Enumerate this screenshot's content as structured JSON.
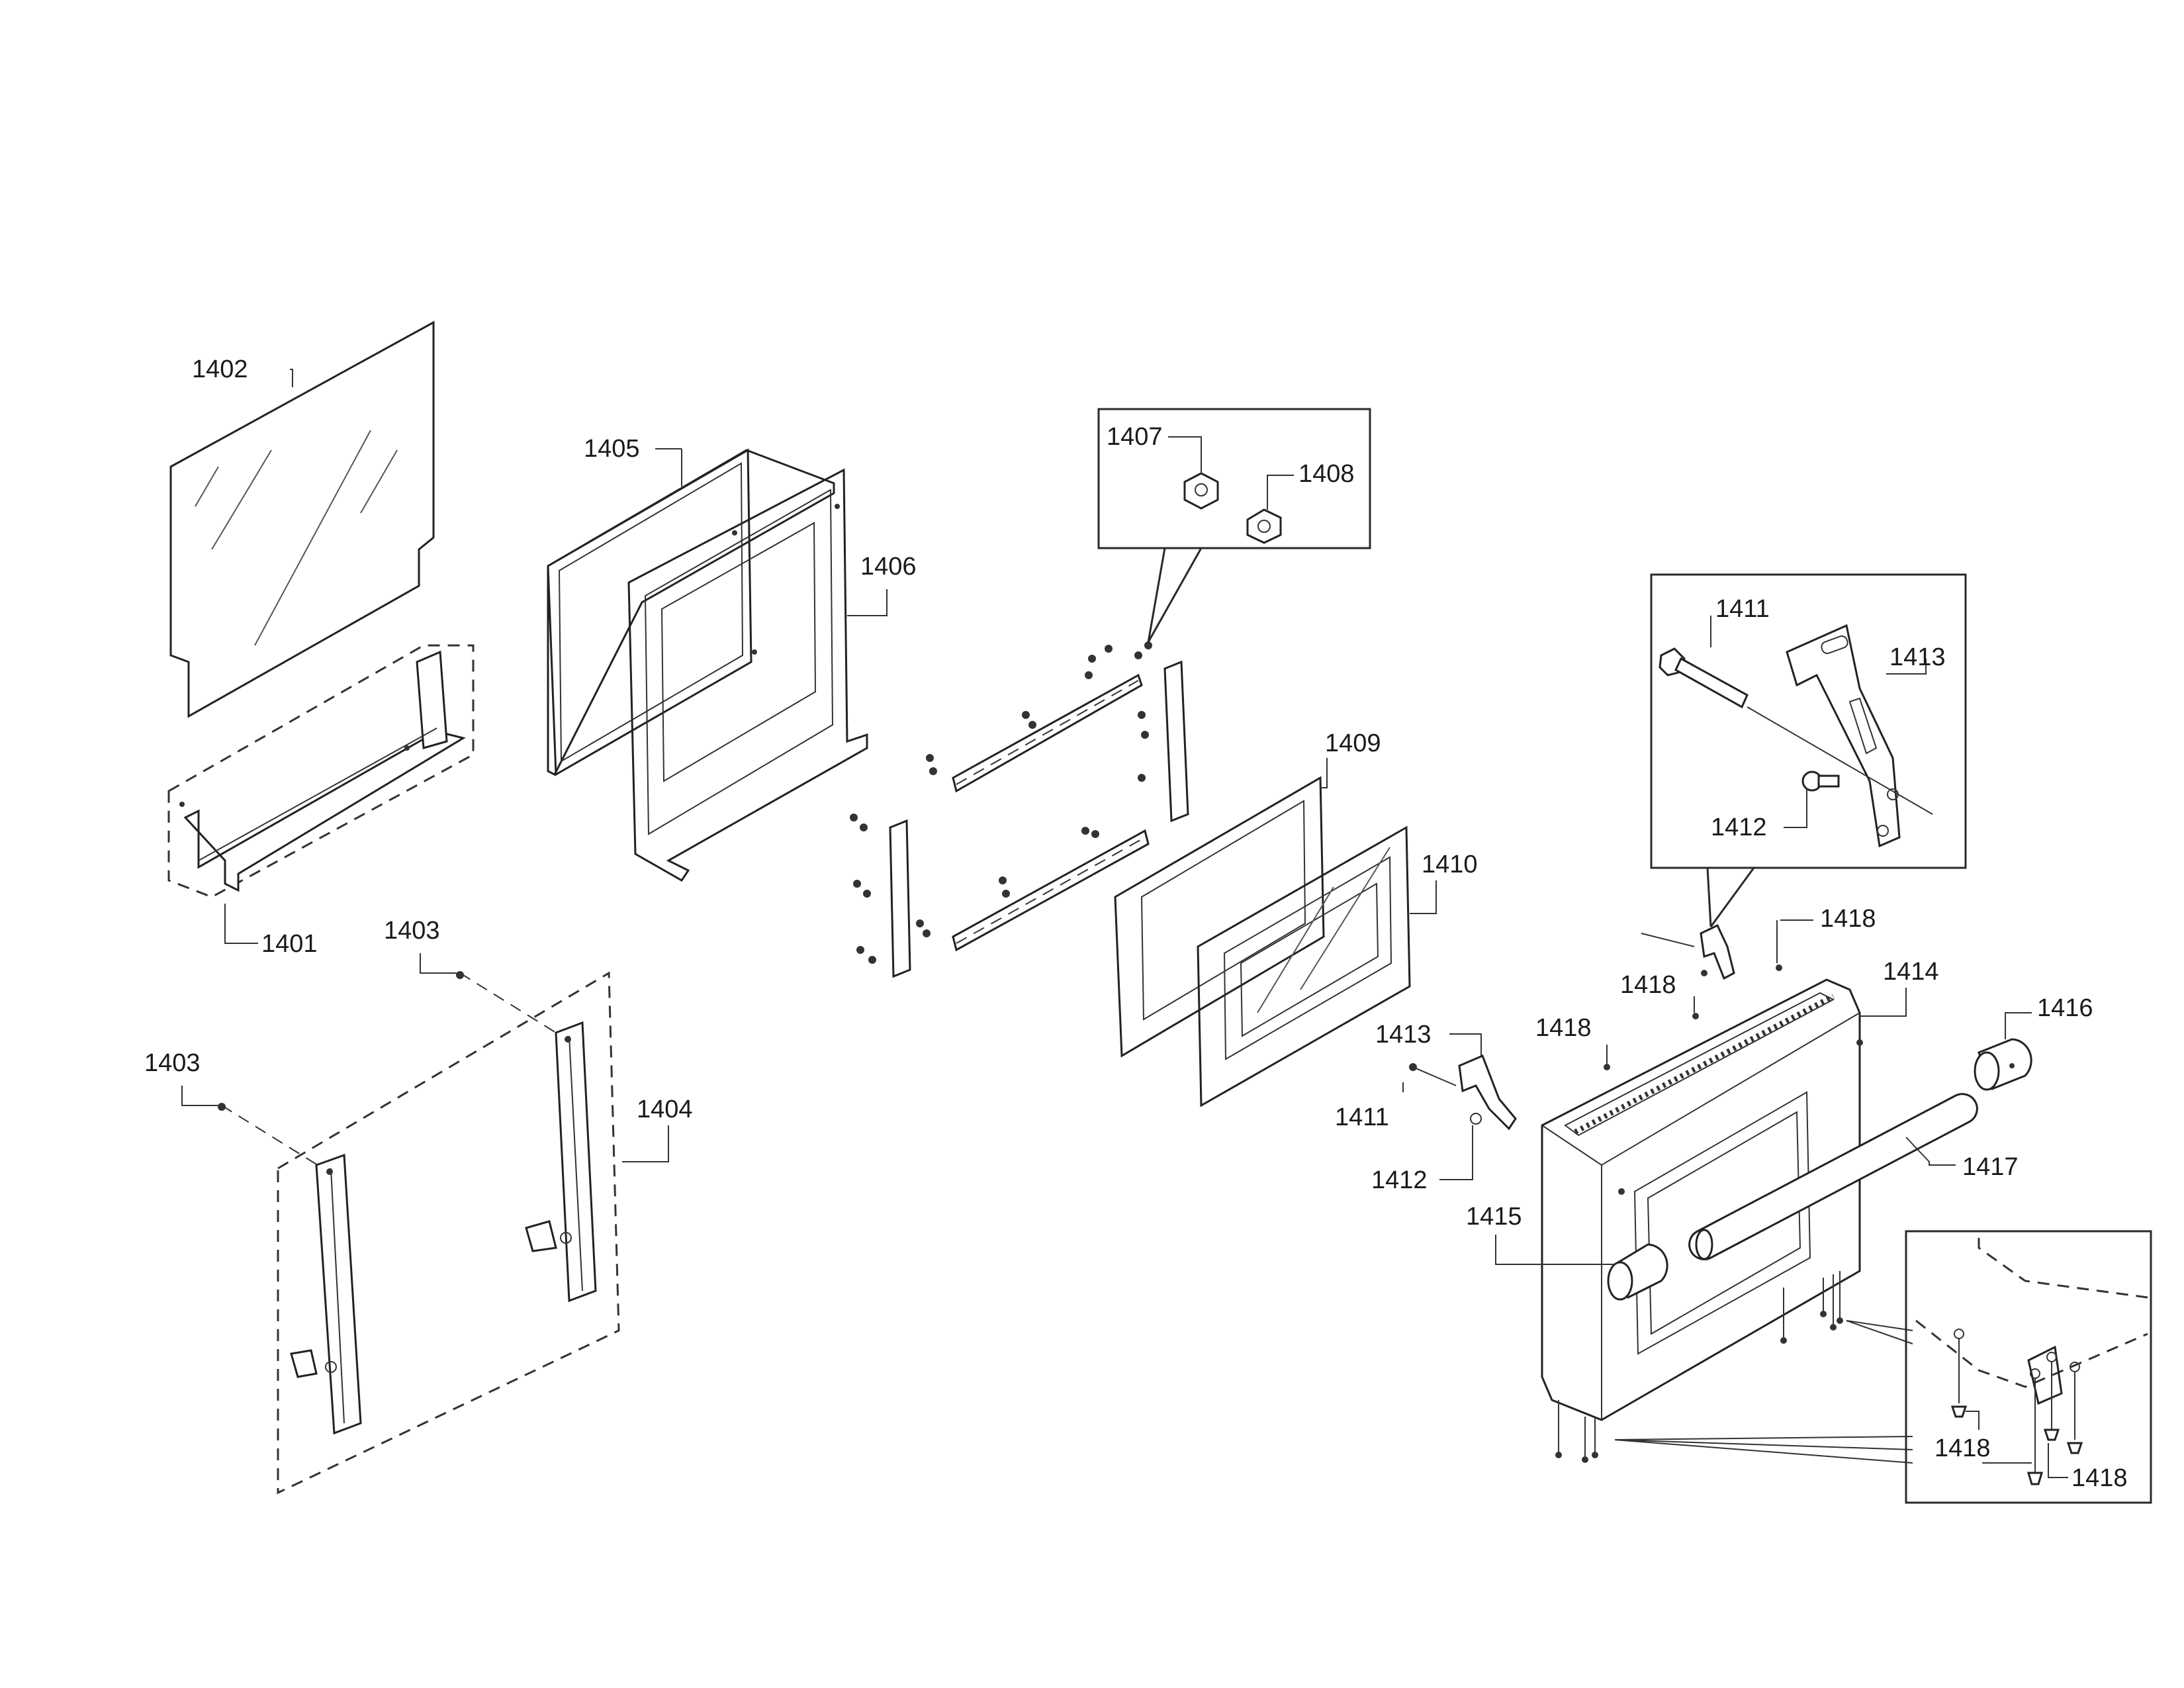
{
  "labels": {
    "p1401": "1401",
    "p1402": "1402",
    "p1403a": "1403",
    "p1403b": "1403",
    "p1404": "1404",
    "p1405": "1405",
    "p1406": "1406",
    "p1407": "1407",
    "p1408": "1408",
    "p1409": "1409",
    "p1410": "1410",
    "p1411a": "1411",
    "p1412a": "1412",
    "p1413a": "1413",
    "p1411b": "1411",
    "p1412b": "1412",
    "p1413b": "1413",
    "p1414": "1414",
    "p1415": "1415",
    "p1416": "1416",
    "p1417": "1417",
    "p1418a": "1418",
    "p1418b": "1418",
    "p1418c": "1418",
    "p1418d": "1418",
    "p1418e": "1418"
  }
}
